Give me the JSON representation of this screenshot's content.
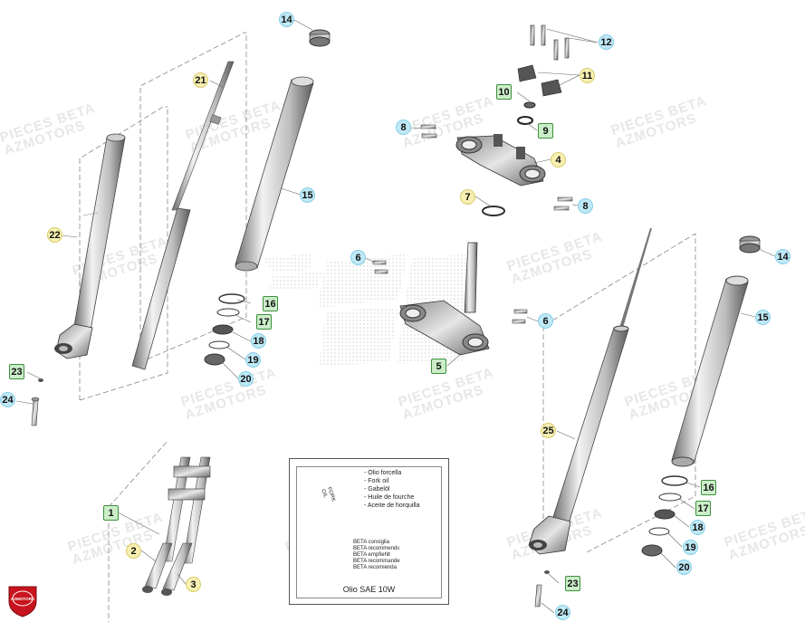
{
  "watermark": {
    "line1": "PIECES BETA",
    "line2": "AZMOTORS"
  },
  "callouts": [
    {
      "id": "1",
      "style": "square",
      "color": "green"
    },
    {
      "id": "2",
      "style": "circle",
      "color": "yellow"
    },
    {
      "id": "3",
      "style": "circle",
      "color": "yellow"
    },
    {
      "id": "4",
      "style": "circle",
      "color": "yellow"
    },
    {
      "id": "5",
      "style": "square",
      "color": "green"
    },
    {
      "id": "6",
      "style": "circle",
      "color": "blue"
    },
    {
      "id": "6",
      "style": "circle",
      "color": "blue"
    },
    {
      "id": "7",
      "style": "circle",
      "color": "yellow"
    },
    {
      "id": "8",
      "style": "circle",
      "color": "blue"
    },
    {
      "id": "8",
      "style": "circle",
      "color": "blue"
    },
    {
      "id": "9",
      "style": "square",
      "color": "green"
    },
    {
      "id": "10",
      "style": "square",
      "color": "green"
    },
    {
      "id": "11",
      "style": "circle",
      "color": "yellow"
    },
    {
      "id": "12",
      "style": "circle",
      "color": "blue"
    },
    {
      "id": "14",
      "style": "circle",
      "color": "blue"
    },
    {
      "id": "14",
      "style": "circle",
      "color": "blue"
    },
    {
      "id": "15",
      "style": "circle",
      "color": "blue"
    },
    {
      "id": "15",
      "style": "circle",
      "color": "blue"
    },
    {
      "id": "16",
      "style": "square",
      "color": "green"
    },
    {
      "id": "16",
      "style": "square",
      "color": "green"
    },
    {
      "id": "17",
      "style": "square",
      "color": "green"
    },
    {
      "id": "17",
      "style": "square",
      "color": "green"
    },
    {
      "id": "18",
      "style": "circle",
      "color": "blue"
    },
    {
      "id": "18",
      "style": "circle",
      "color": "blue"
    },
    {
      "id": "19",
      "style": "circle",
      "color": "blue"
    },
    {
      "id": "19",
      "style": "circle",
      "color": "blue"
    },
    {
      "id": "20",
      "style": "circle",
      "color": "blue"
    },
    {
      "id": "20",
      "style": "circle",
      "color": "blue"
    },
    {
      "id": "21",
      "style": "circle",
      "color": "yellow"
    },
    {
      "id": "22",
      "style": "circle",
      "color": "yellow"
    },
    {
      "id": "23",
      "style": "square",
      "color": "green"
    },
    {
      "id": "23",
      "style": "square",
      "color": "green"
    },
    {
      "id": "24",
      "style": "circle",
      "color": "blue"
    },
    {
      "id": "24",
      "style": "circle",
      "color": "blue"
    },
    {
      "id": "25",
      "style": "circle",
      "color": "yellow"
    }
  ],
  "oil_box": {
    "can_label": "FORK OIL",
    "lines": [
      "- Olio forcella",
      "- Fork oil",
      "- Gabelöl",
      "- Huile de fourche",
      "- Aceite de horquilla"
    ],
    "recommend": [
      "BETA consiglia",
      "BETA recommends",
      "BETA empfiehlt",
      "BETA recommande",
      "BETA recomienda"
    ],
    "grade": "Olio SAE 10W"
  },
  "logo": {
    "text": "AZMOTORS",
    "color": "#c8141e"
  },
  "colors": {
    "blue": "#bfe8f6",
    "yellow": "#f7f0b2",
    "green_fill": "#cbeec9",
    "green_border": "#3e8f3e"
  }
}
